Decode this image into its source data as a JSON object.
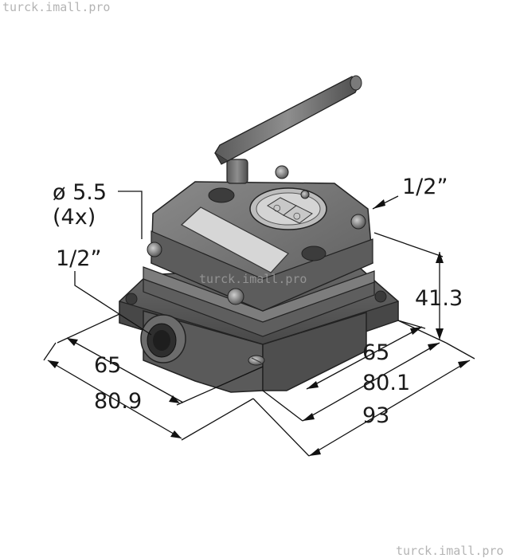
{
  "watermarks": {
    "top_left": "turck.imall.pro",
    "center": "turck.imall.pro",
    "bottom_right": "turck.imall.pro"
  },
  "dimensions": {
    "hole": "ø 5.5",
    "hole_count": "(4x)",
    "thread_left": "1/2”",
    "thread_right": "1/2”",
    "height": "41.3",
    "width_left_inner": "65",
    "width_left_outer": "80.9",
    "depth_inner": "65",
    "depth_mid": "80.1",
    "depth_outer": "93"
  },
  "colors": {
    "body": "#6e6e6e",
    "body_dark": "#4a4a4a",
    "body_light": "#9a9a9a",
    "label": "#d9d9d9",
    "line": "#111111"
  }
}
